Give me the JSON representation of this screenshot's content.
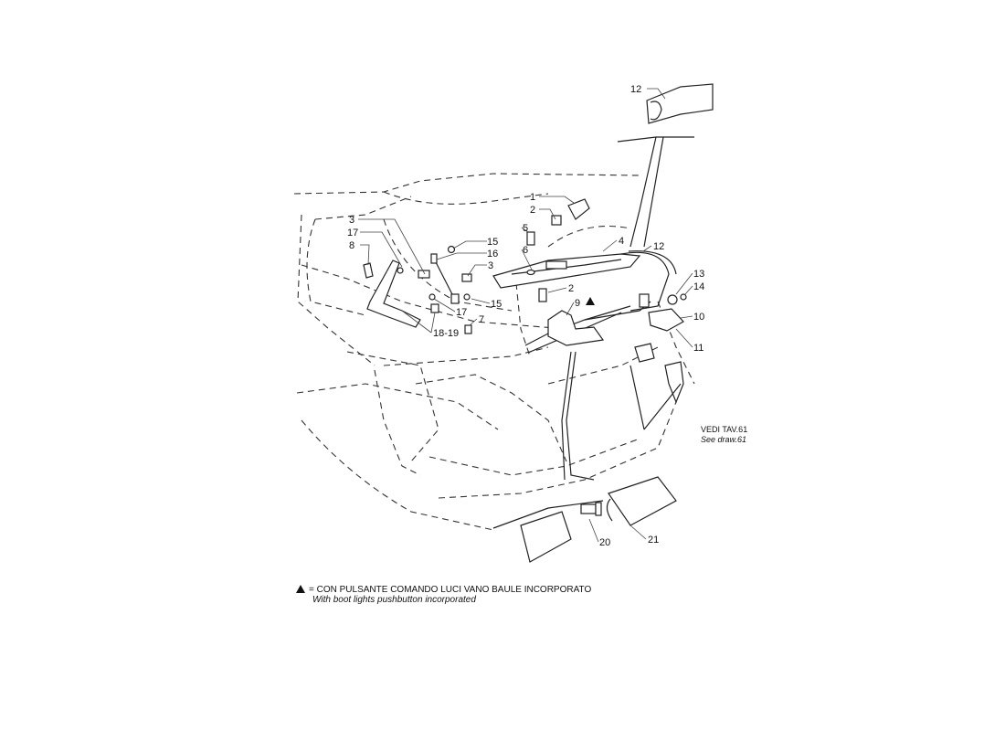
{
  "diagram": {
    "callouts": {
      "c12_top": "12",
      "c1": "1",
      "c2_top": "2",
      "c3_left": "3",
      "c17_left": "17",
      "c8": "8",
      "c15_top": "15",
      "c16": "16",
      "c5": "5",
      "c6": "6",
      "c4": "4",
      "c12_right": "12",
      "c3_mid": "3",
      "c15_mid": "15",
      "c2_mid": "2",
      "c9": "9",
      "c17_mid": "17",
      "c18_19": "18-19",
      "c7": "7",
      "c13": "13",
      "c14": "14",
      "c10": "10",
      "c11": "11",
      "c20": "20",
      "c21": "21"
    },
    "see_ref": {
      "it": "VEDI TAV.61",
      "en": "See draw.61"
    }
  },
  "legend": {
    "symbol": "triangle",
    "equals": "=",
    "it": "CON PULSANTE COMANDO LUCI VANO BAULE INCORPORATO",
    "en": "With boot lights pushbutton incorporated"
  }
}
